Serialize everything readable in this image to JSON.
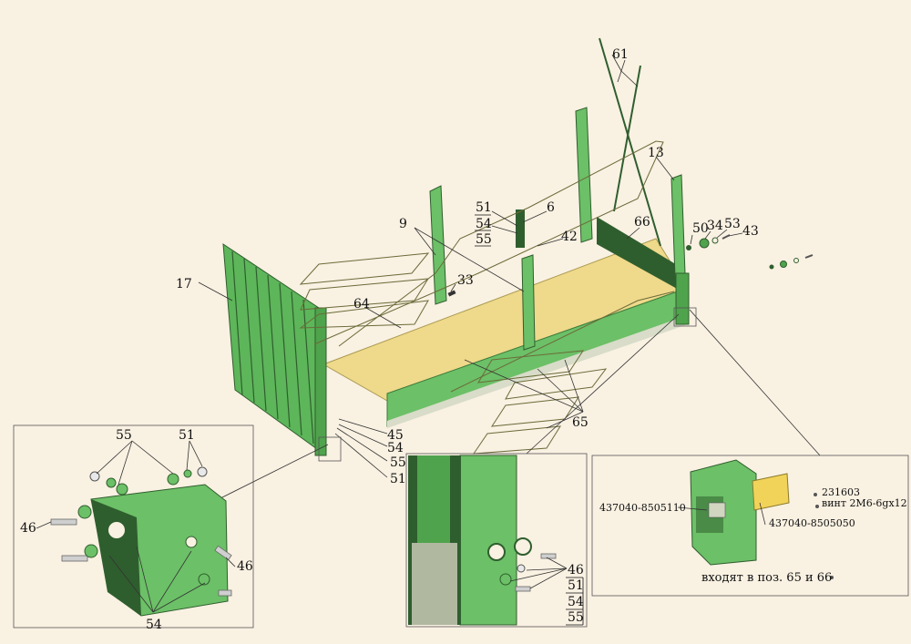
{
  "callouts": {
    "c61": "61",
    "c13": "13",
    "c6": "6",
    "c51a": "51",
    "c54a": "54",
    "c55a": "55",
    "c9": "9",
    "c42": "42",
    "c66": "66",
    "c50": "50",
    "c34": "34",
    "c53": "53",
    "c43": "43",
    "c17": "17",
    "c33": "33",
    "c64": "64",
    "c65": "65",
    "c45": "45",
    "c54b": "54",
    "c55b": "55",
    "c51b": "51"
  },
  "detail_left": {
    "c55": "55",
    "c51": "51",
    "c46a": "46",
    "c46b": "46",
    "c54": "54"
  },
  "detail_mid": {
    "c46": "46",
    "c51": "51",
    "c54": "54",
    "c55": "55"
  },
  "detail_right": {
    "part_a": "437040-8505110",
    "part_b": "437040-8505050",
    "part_c": "231603",
    "part_d": "винт 2М6-6gx12",
    "note": "входят в поз. 65 и 66"
  },
  "colors": {
    "background": "#f9f1e2",
    "panel_green": "#6cc067",
    "panel_dark": "#2f5e2e",
    "floor": "#efd98a"
  }
}
